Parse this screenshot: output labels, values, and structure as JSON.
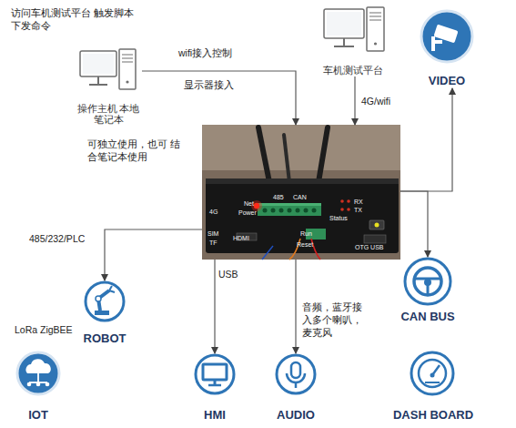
{
  "diagram": {
    "nodes": [
      {
        "text": [
          "操作主机 本地笔记本"
        ]
      },
      {
        "text": [
          "车机测试平台"
        ]
      },
      {
        "text": [
          "VIDEO"
        ]
      },
      {
        "text": [
          "485",
          "CAN",
          "4G",
          "Net",
          "Power",
          "RX",
          "TX",
          "Status",
          "SIM",
          "TF",
          "HDMI",
          "Run",
          "Reset",
          "OTG USB"
        ]
      },
      {
        "text": [
          "CAN BUS"
        ]
      },
      {
        "text": [
          "ROBOT"
        ]
      },
      {
        "text": [
          "IOT"
        ]
      },
      {
        "text": [
          "HMI"
        ]
      },
      {
        "text": [
          "AUDIO"
        ]
      },
      {
        "text": [
          "DASH BOARD"
        ]
      }
    ],
    "edges": [
      {
        "from": 0,
        "to": 3,
        "arrow": "to"
      },
      {
        "from": 1,
        "to": 3,
        "label": "4G/wifi",
        "arrow": "to"
      },
      {
        "from": 3,
        "to": 2,
        "arrow": "to"
      },
      {
        "from": 3,
        "to": 4,
        "arrow": "to"
      },
      {
        "from": 3,
        "to": 5,
        "arrow": "to"
      },
      {
        "from": 3,
        "to": 7,
        "label": "USB",
        "arrow": "to"
      },
      {
        "from": 3,
        "to": 8,
        "label": "音频，蓝牙接 入多个喇叭， 麦克风",
        "arrow": "to"
      }
    ],
    "labels": [
      "访问车机测试平台 触发脚本下发命令",
      "wifi接入控制",
      "显示器接入",
      "可独立使用，也可 结合笔记本使用",
      "485/232/PLC",
      "LoRa ZigBEE"
    ]
  }
}
